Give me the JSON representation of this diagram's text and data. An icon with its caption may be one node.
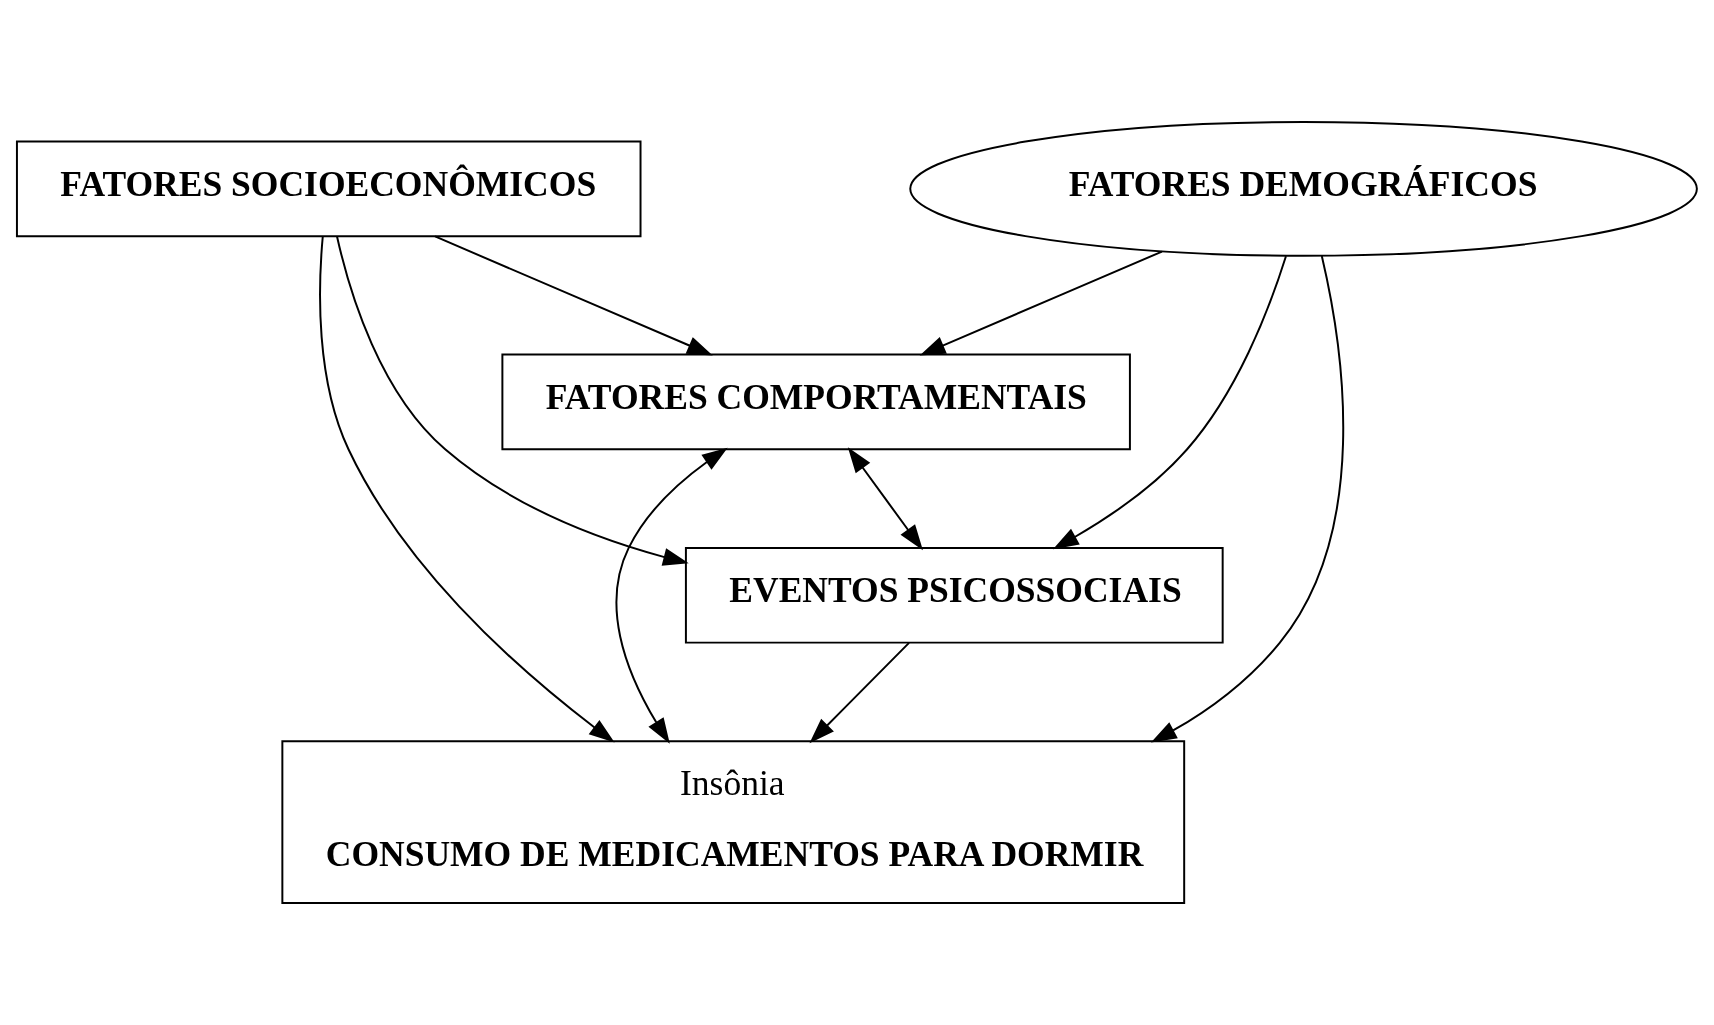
{
  "diagram": {
    "nodes": [
      {
        "text": [
          "FATORES SOCIOECONÔMICOS"
        ]
      },
      {
        "text": [
          "FATORES DEMOGRÁFICOS"
        ]
      },
      {
        "text": [
          "FATORES COMPORTAMENTAIS"
        ]
      },
      {
        "text": [
          "EVENTOS PSICOSSOCIAIS"
        ]
      },
      {
        "text": [
          "Insônia",
          "CONSUMO DE MEDICAMENTOS PARA DORMIR"
        ]
      }
    ],
    "edges": [
      {
        "from": 0,
        "to": 2,
        "arrow": "to"
      },
      {
        "from": 0,
        "to": 3,
        "arrow": "to"
      },
      {
        "from": 0,
        "to": 4,
        "arrow": "to"
      },
      {
        "from": 1,
        "to": 2,
        "arrow": "to"
      },
      {
        "from": 1,
        "to": 3,
        "arrow": "to"
      },
      {
        "from": 1,
        "to": 4,
        "arrow": "to"
      },
      {
        "from": 2,
        "to": 3,
        "arrow": "both"
      },
      {
        "from": 2,
        "to": 4,
        "arrow": "both"
      },
      {
        "from": 3,
        "to": 4,
        "arrow": "to"
      }
    ]
  }
}
